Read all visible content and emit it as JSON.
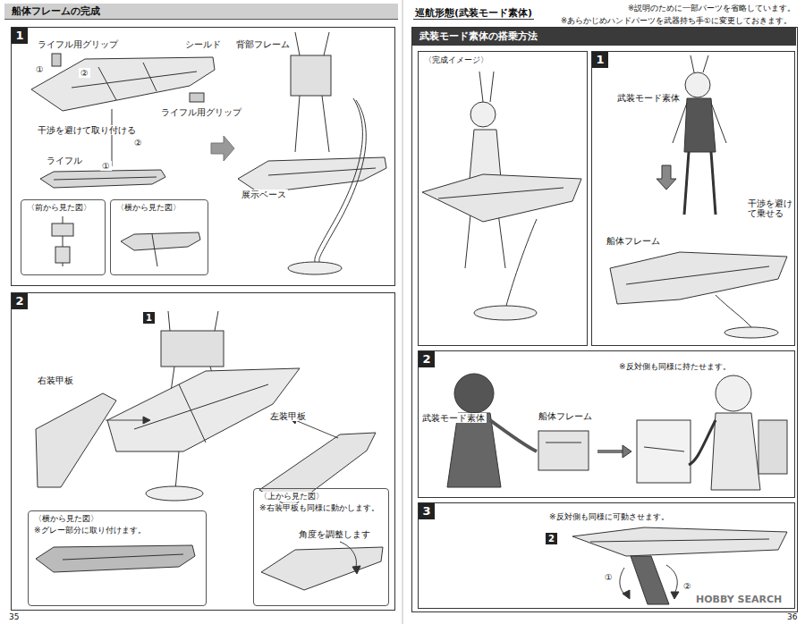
{
  "diagram": {
    "title": "船体フレームの完成",
    "nodes": [
      {
        "text": [
          "1"
        ]
      },
      {
        "text": [
          "〈前から見た図〉"
        ],
        "in": 0
      },
      {
        "text": [
          "〈横から見た図〉"
        ],
        "in": 0
      },
      {
        "text": [
          "2"
        ]
      },
      {
        "text": [
          "〈横から見た図〉",
          "※グレー部分に取り付けます。"
        ],
        "in": 3
      },
      {
        "text": [
          "〈上から見た図〉",
          "※右装甲板も同様に動かします。"
        ],
        "in": 3
      },
      {
        "text": [
          "武装モード素体の搭乗方法"
        ]
      },
      {
        "text": [
          "〈完成イメージ〉"
        ],
        "in": 6
      },
      {
        "text": [
          "1"
        ],
        "in": 6
      },
      {
        "text": [
          "2",
          "※反対側も同様に持たせます。"
        ],
        "in": 6
      },
      {
        "text": [
          "3",
          "※反対側も同様に可動させます。"
        ],
        "in": 6
      }
    ],
    "labels": [
      "ライフル用グリップ",
      "①",
      "②",
      "シールド",
      "ライフル用グリップ",
      "干渉を避けて取り付ける",
      "②",
      "①",
      "ライフル",
      "背部フレーム",
      "展示ベース",
      "1",
      "右装甲板",
      "左装甲板",
      "角度を調整します",
      "35",
      "巡航形態(武装モード素体)",
      "※説明のために一部パーツを省略しています。",
      "※あらかじめハンドパーツを武器持ち手①に変更しておきます。",
      "武装モード素体",
      "干渉を避けて乗せる",
      "船体フレーム",
      "武装モード素体",
      "船体フレーム",
      "2",
      "①",
      "②",
      "36",
      "HOBBY SEARCH"
    ]
  }
}
